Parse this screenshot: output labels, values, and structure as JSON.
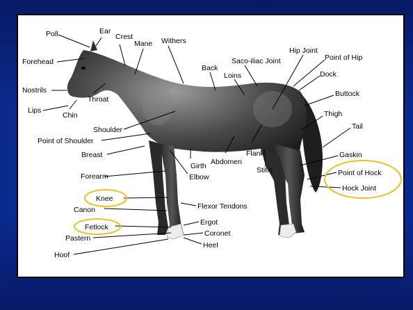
{
  "labels": {
    "poll": "Poll",
    "ear": "Ear",
    "crest": "Crest",
    "mane": "Mane",
    "withers": "Withers",
    "forehead": "Forehead",
    "back": "Back",
    "saco_iliac": "Saco-iliac Joint",
    "hip_joint": "Hip Joint",
    "point_of_hip": "Point of Hip",
    "loins": "Loins",
    "dock": "Dock",
    "nostrils": "Nostrils",
    "buttock": "Buttock",
    "throat": "Throat",
    "lips": "Lips",
    "chin": "Chin",
    "thigh": "Thigh",
    "shoulder": "Shoulder",
    "tail": "Tail",
    "point_of_shoulder": "Point of Shoulder",
    "breast": "Breast",
    "flank": "Flank",
    "gaskin": "Gaskin",
    "abdomen": "Abdomen",
    "girth": "Girth",
    "stifle": "Stifle",
    "point_of_hock": "Point of Hock",
    "forearm": "Forearm",
    "elbow": "Elbow",
    "hock_joint": "Hock Joint",
    "knee": "Knee",
    "canon": "Canon",
    "flexor_tendons": "Flexor Tendons",
    "ergot": "Ergot",
    "fetlock": "Fetlock",
    "coronet": "Coronet",
    "pastern": "Pastern",
    "heel": "Heel",
    "hoof": "Hoof"
  },
  "highlighted": [
    "knee",
    "fetlock",
    "point_of_hock",
    "hock_joint"
  ],
  "colors": {
    "background": "#0a2a8f",
    "highlight": "#f0c020"
  }
}
